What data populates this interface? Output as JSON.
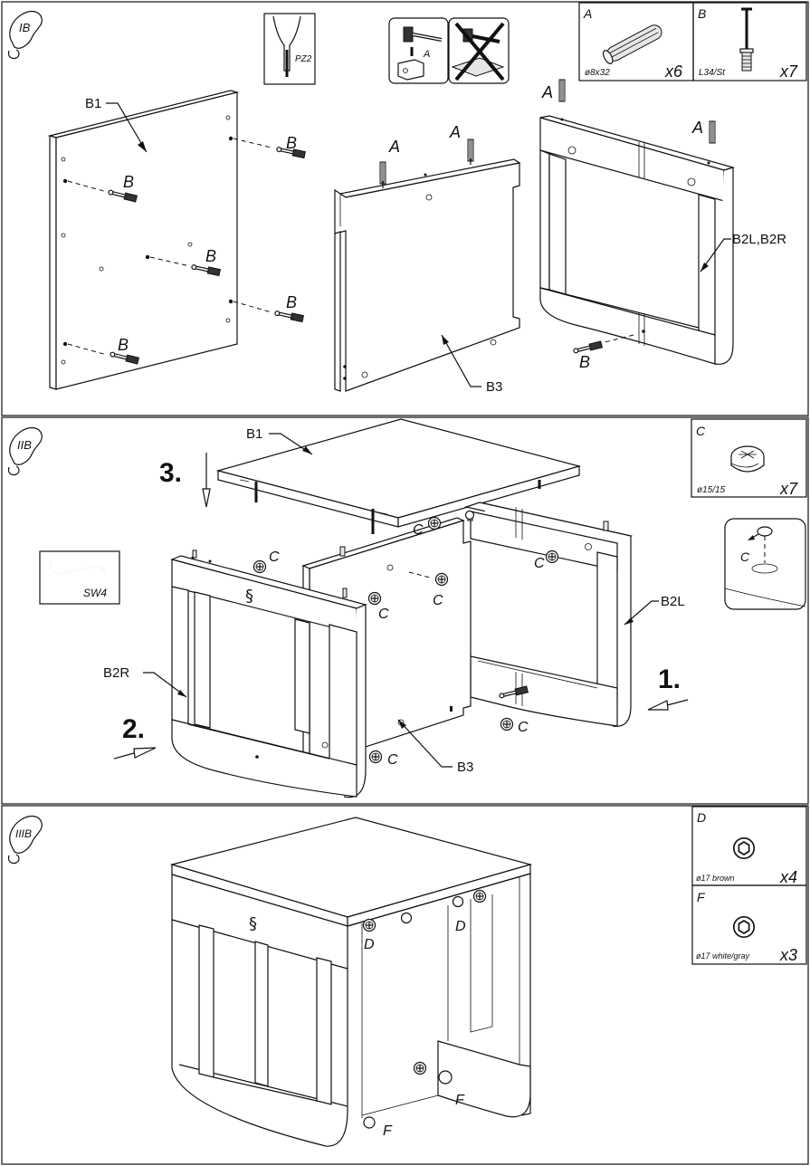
{
  "steps": {
    "s1": {
      "badge": "IB"
    },
    "s2": {
      "badge": "IIB"
    },
    "s3": {
      "badge": "IIIB"
    }
  },
  "parts": {
    "A": {
      "letter": "A",
      "spec": "ø8x32",
      "qty": "x6"
    },
    "B": {
      "letter": "B",
      "spec": "L34/St",
      "qty": "x7"
    },
    "C": {
      "letter": "C",
      "spec": "ø15/15",
      "qty": "x7"
    },
    "D": {
      "letter": "D",
      "spec": "ø17 brown",
      "qty": "x4"
    },
    "F": {
      "letter": "F",
      "spec": "ø17 white/gray",
      "qty": "x3"
    }
  },
  "tools": {
    "screwdriver": "PZ2",
    "hexkey": "SW4"
  },
  "panels": {
    "B1": "B1",
    "B2LR": "B2L,B2R",
    "B2L": "B2L",
    "B2R": "B2R",
    "B3": "B3"
  },
  "order": {
    "first": "1.",
    "second": "2.",
    "third": "3."
  },
  "icons": {
    "step_badge": "footprint-icon",
    "screwdriver": "screwdriver-icon",
    "hammer": "hammer-icon",
    "hexkey": "hex-key-icon",
    "cam": "cam-lock-icon",
    "cap": "cover-cap-icon"
  }
}
